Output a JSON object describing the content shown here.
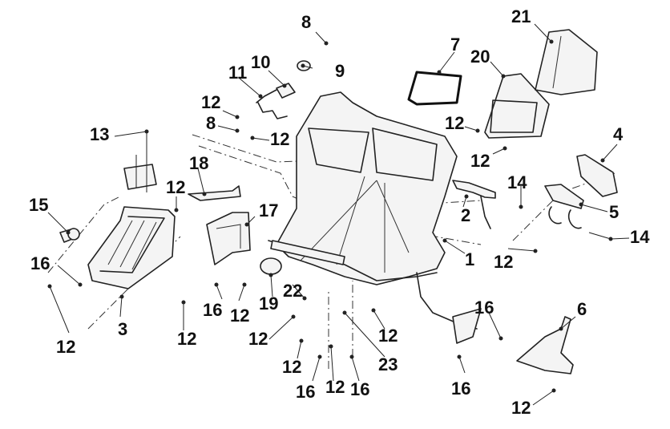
{
  "diagram": {
    "type": "exploded-parts-diagram",
    "subject": "front body frame assembly",
    "callouts": [
      {
        "id": "c-8a",
        "label": "8"
      },
      {
        "id": "c-9",
        "label": "9"
      },
      {
        "id": "c-10",
        "label": "10"
      },
      {
        "id": "c-11",
        "label": "11"
      },
      {
        "id": "c-12a",
        "label": "12"
      },
      {
        "id": "c-8b",
        "label": "8"
      },
      {
        "id": "c-12b",
        "label": "12"
      },
      {
        "id": "c-7",
        "label": "7"
      },
      {
        "id": "c-20",
        "label": "20"
      },
      {
        "id": "c-21",
        "label": "21"
      },
      {
        "id": "c-12c",
        "label": "12"
      },
      {
        "id": "c-12d",
        "label": "12"
      },
      {
        "id": "c-13",
        "label": "13"
      },
      {
        "id": "c-18",
        "label": "18"
      },
      {
        "id": "c-12e",
        "label": "12"
      },
      {
        "id": "c-15",
        "label": "15"
      },
      {
        "id": "c-17",
        "label": "17"
      },
      {
        "id": "c-4",
        "label": "4"
      },
      {
        "id": "c-14a",
        "label": "14"
      },
      {
        "id": "c-2",
        "label": "2"
      },
      {
        "id": "c-5",
        "label": "5"
      },
      {
        "id": "c-14b",
        "label": "14"
      },
      {
        "id": "c-1",
        "label": "1"
      },
      {
        "id": "c-12f",
        "label": "12"
      },
      {
        "id": "c-16a",
        "label": "16"
      },
      {
        "id": "c-16b",
        "label": "16"
      },
      {
        "id": "c-12g",
        "label": "12"
      },
      {
        "id": "c-19",
        "label": "19"
      },
      {
        "id": "c-22",
        "label": "22"
      },
      {
        "id": "c-3",
        "label": "3"
      },
      {
        "id": "c-12h",
        "label": "12"
      },
      {
        "id": "c-12i",
        "label": "12"
      },
      {
        "id": "c-12j",
        "label": "12"
      },
      {
        "id": "c-12k",
        "label": "12"
      },
      {
        "id": "c-12l",
        "label": "12"
      },
      {
        "id": "c-23",
        "label": "23"
      },
      {
        "id": "c-16c",
        "label": "16"
      },
      {
        "id": "c-12m",
        "label": "12"
      },
      {
        "id": "c-16d",
        "label": "16"
      },
      {
        "id": "c-16e",
        "label": "16"
      },
      {
        "id": "c-6",
        "label": "6"
      },
      {
        "id": "c-16f",
        "label": "16"
      },
      {
        "id": "c-12n",
        "label": "12"
      }
    ]
  }
}
